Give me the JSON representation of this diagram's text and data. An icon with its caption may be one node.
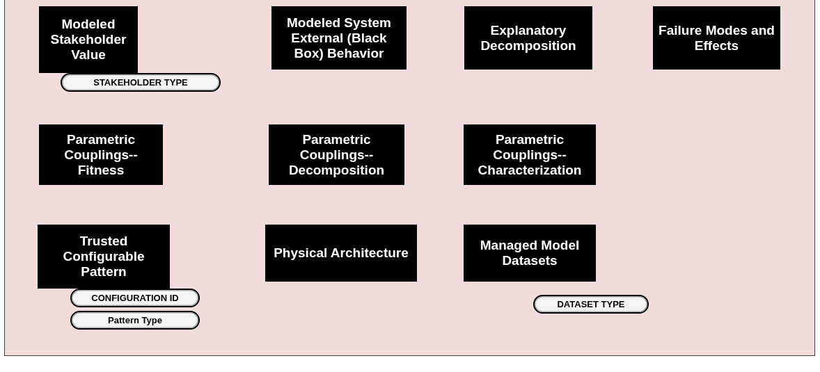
{
  "diagram": {
    "nodes": [
      {
        "text": [
          "Modeled Stakeholder Value"
        ]
      },
      {
        "text": [
          "STAKEHOLDER TYPE"
        ]
      },
      {
        "text": [
          "Modeled System External (Black Box) Behavior"
        ]
      },
      {
        "text": [
          "Explanatory Decomposition"
        ]
      },
      {
        "text": [
          "Failure Modes and Effects"
        ]
      },
      {
        "text": [
          "Parametric Couplings--Fitness"
        ]
      },
      {
        "text": [
          "Parametric Couplings--Decomposition"
        ]
      },
      {
        "text": [
          "Parametric Couplings--Characterization"
        ]
      },
      {
        "text": [
          "Trusted Configurable Pattern"
        ]
      },
      {
        "text": [
          "CONFIGURATION ID"
        ]
      },
      {
        "text": [
          "Pattern Type"
        ]
      },
      {
        "text": [
          "Physical Architecture"
        ]
      },
      {
        "text": [
          "Managed Model Datasets"
        ]
      },
      {
        "text": [
          "DATASET TYPE"
        ]
      }
    ],
    "edges": []
  }
}
